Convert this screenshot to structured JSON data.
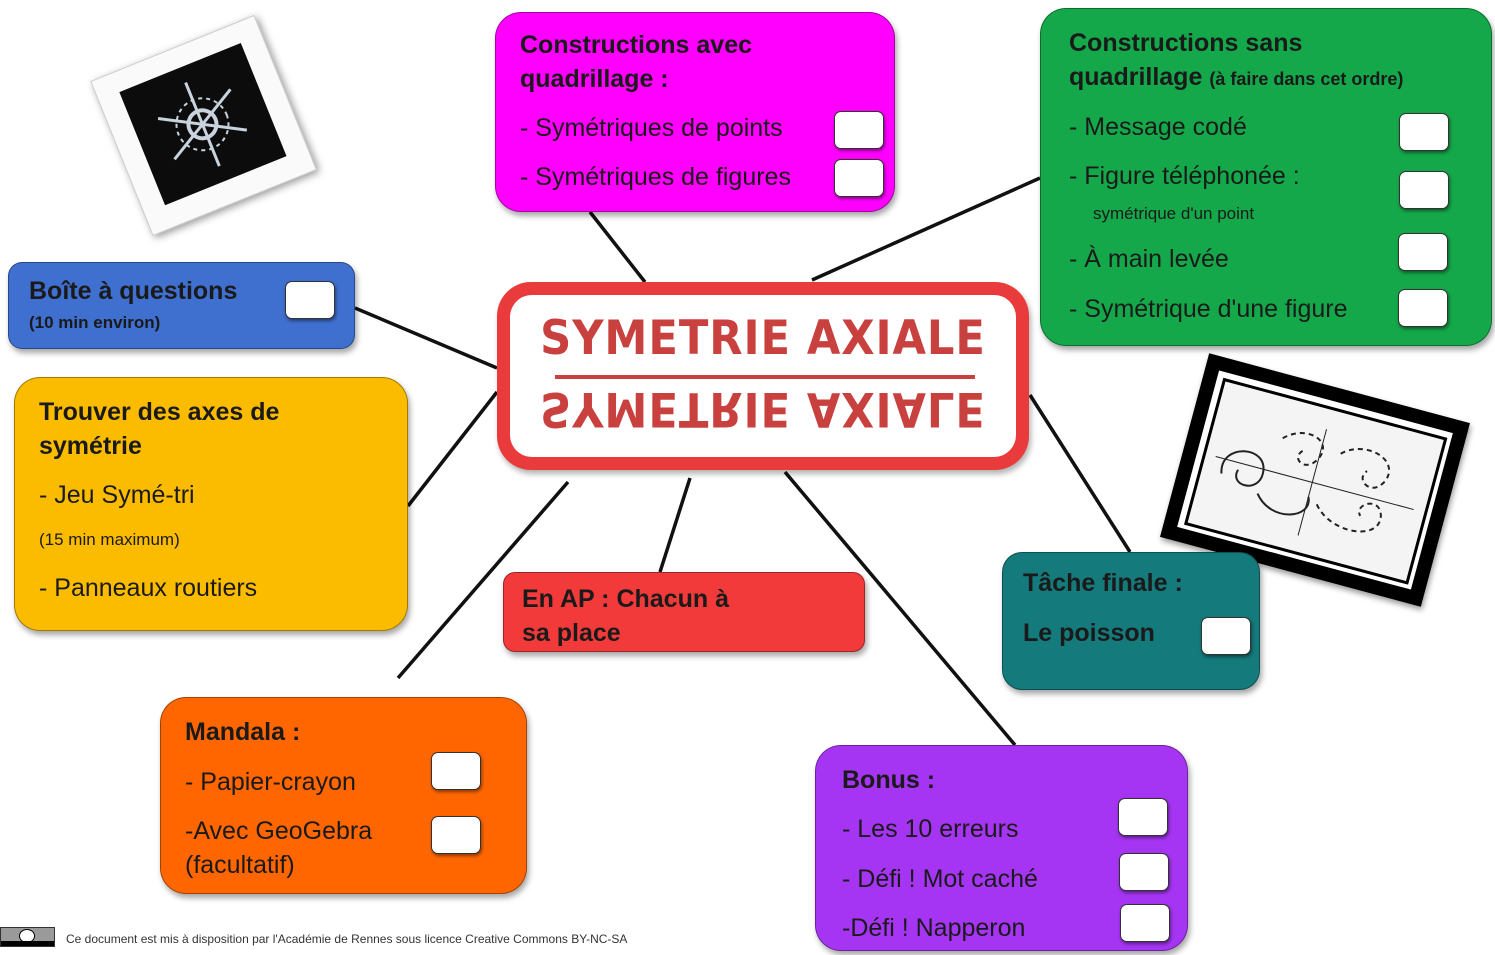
{
  "center": {
    "title": "SYMETRIE AXIALE",
    "reflection": "SYMETRIE AXIALE"
  },
  "colors": {
    "magenta": "#ff00ff",
    "green": "#14a84a",
    "blue": "#3f6fcf",
    "yellow": "#fbbc00",
    "red": "#f23a3a",
    "teal": "#157a7c",
    "orange": "#ff6600",
    "purple": "#a535f3",
    "center": "#e93b3b"
  },
  "nodes": {
    "constructions_avec": {
      "title_l1": "Constructions avec",
      "title_l2": "quadrillage :",
      "item1": "- Symétriques de points",
      "item2": "- Symétriques de figures"
    },
    "constructions_sans": {
      "title_l1": "Constructions sans",
      "title_l2": "quadrillage",
      "title_note": "(à faire dans cet ordre)",
      "item1": "- Message codé",
      "item2": "- Figure téléphonée :",
      "item2_sub": "symétrique d'un point",
      "item3": "- À main levée",
      "item4": "- Symétrique d'une figure"
    },
    "boite": {
      "title": "Boîte à questions",
      "sub": "(10 min environ)"
    },
    "trouver": {
      "title_l1": "Trouver des axes de",
      "title_l2": "symétrie",
      "item1": "- Jeu Symé-tri",
      "item1_sub": "(15 min maximum)",
      "item2": "- Panneaux routiers"
    },
    "ap": {
      "title_l1": "En AP : Chacun à",
      "title_l2": "sa place"
    },
    "tache": {
      "title_l1": "Tâche finale :",
      "title_l2": "Le poisson"
    },
    "mandala": {
      "title": "Mandala :",
      "item1": "- Papier-crayon",
      "item2": "-Avec GeoGebra",
      "item2_sub": "(facultatif)"
    },
    "bonus": {
      "title": "Bonus :",
      "item1": "- Les 10 erreurs",
      "item2": "- Défi ! Mot caché",
      "item3": "-Défi ! Napperon"
    }
  },
  "footer": {
    "license_text": "Ce document est mis à disposition par l'Académie de Rennes sous licence Creative Commons BY-NC-SA",
    "badge_icon": "cc-by-nc-sa-badge"
  },
  "icons": [
    "snowflake-photo",
    "ornament-frame-picture"
  ]
}
